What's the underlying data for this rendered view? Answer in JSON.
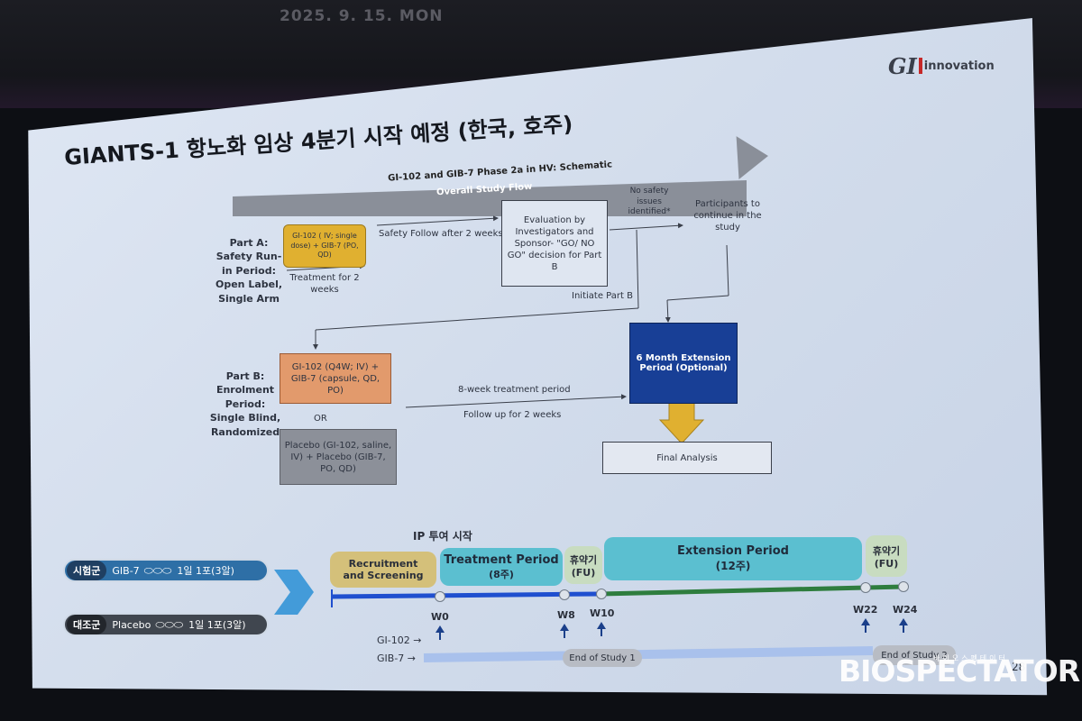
{
  "screen_topline": "2025. 9. 15. MON",
  "logo": {
    "gi": "GI",
    "innovation": "innovation"
  },
  "slide_title": "GIANTS-1 항노화 임상 4분기 시작 예정 (한국, 호주)",
  "schematic_title": "GI-102 and GIB-7 Phase 2a in HV: Schematic",
  "overall_flow": "Overall Study Flow",
  "part_a": {
    "label": "Part A: Safety Run-in Period: Open Label, Single Arm",
    "drug_box": "GI-102 ( IV; single dose) + GIB-7 (PO, QD)",
    "treatment": "Treatment for 2 weeks",
    "safety_follow": "Safety Follow after 2 weeks"
  },
  "evaluation_box": "Evaluation by Investigators and Sponsor- \"GO/ NO GO\" decision for Part B",
  "no_safety": "No safety issues identified*",
  "participants": "Participants to continue in the study",
  "initiate_b": "Initiate Part B",
  "part_b": {
    "label": "Part B: Enrolment Period: Single Blind, Randomized",
    "active_box": "GI-102 (Q4W; IV) + GIB-7 (capsule, QD, PO)",
    "or": "OR",
    "placebo_box": "Placebo (GI-102, saline, IV) + Placebo (GIB-7, PO, QD)",
    "treatment_period": "8-week treatment period",
    "follow_up": "Follow up for 2 weeks"
  },
  "extension_box": "6 Month Extension Period (Optional)",
  "final_analysis": "Final Analysis",
  "timeline": {
    "ip_start": "IP 투여 시작",
    "recruitment": "Recruitment and Screening",
    "treatment": "Treatment Period",
    "treatment_weeks": "(8주)",
    "washout1": "휴약기",
    "washout1_fu": "(FU)",
    "extension": "Extension Period",
    "extension_weeks": "(12주)",
    "washout2": "휴약기",
    "washout2_fu": "(FU)",
    "weeks": [
      "W0",
      "W8",
      "W10",
      "W22",
      "W24"
    ],
    "gi102": "GI-102 →",
    "gib7": "GIB-7 →",
    "end1": "End of Study 1",
    "end2": "End of Study 2"
  },
  "arms": {
    "test_tag": "시험군",
    "test_drug": "GIB-7",
    "test_dose": "1일 1포(3알)",
    "control_tag": "대조군",
    "control_drug": "Placebo",
    "control_dose": "1일 1포(3알)"
  },
  "page_number": "28",
  "watermark": "BIOSPECTATOR",
  "watermark_sub": "바이오스펙테이터",
  "colors": {
    "yellow_box": "#e0b030",
    "orange_box": "#e29a6c",
    "gray_box": "#8c9099",
    "navy_box": "#183f96",
    "teal_seg": "#5bbfd0",
    "olive_seg": "#d4c07a",
    "light_seg": "#c8dcc0"
  }
}
